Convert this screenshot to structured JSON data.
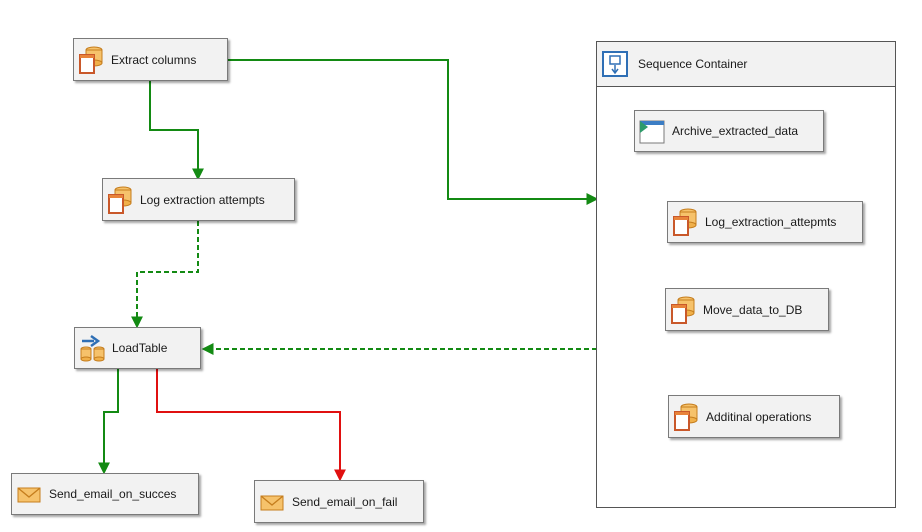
{
  "diagram": {
    "container": {
      "label": "Sequence Container"
    },
    "tasks": {
      "extract_columns": "Extract columns",
      "log_extraction_attempts": "Log extraction attempts",
      "load_table": "LoadTable",
      "send_email_on_success": "Send_email_on_succes",
      "send_email_on_fail": "Send_email_on_fail",
      "archive_extracted_data": "Archive_extracted_data",
      "log_extraction_attepmts": "Log_extraction_attepmts",
      "move_data_to_db": "Move_data_to_DB",
      "additional_operations": "Additinal operations"
    },
    "colors": {
      "success": "#138a13",
      "failure": "#e01010",
      "completion": "#138a13"
    }
  }
}
